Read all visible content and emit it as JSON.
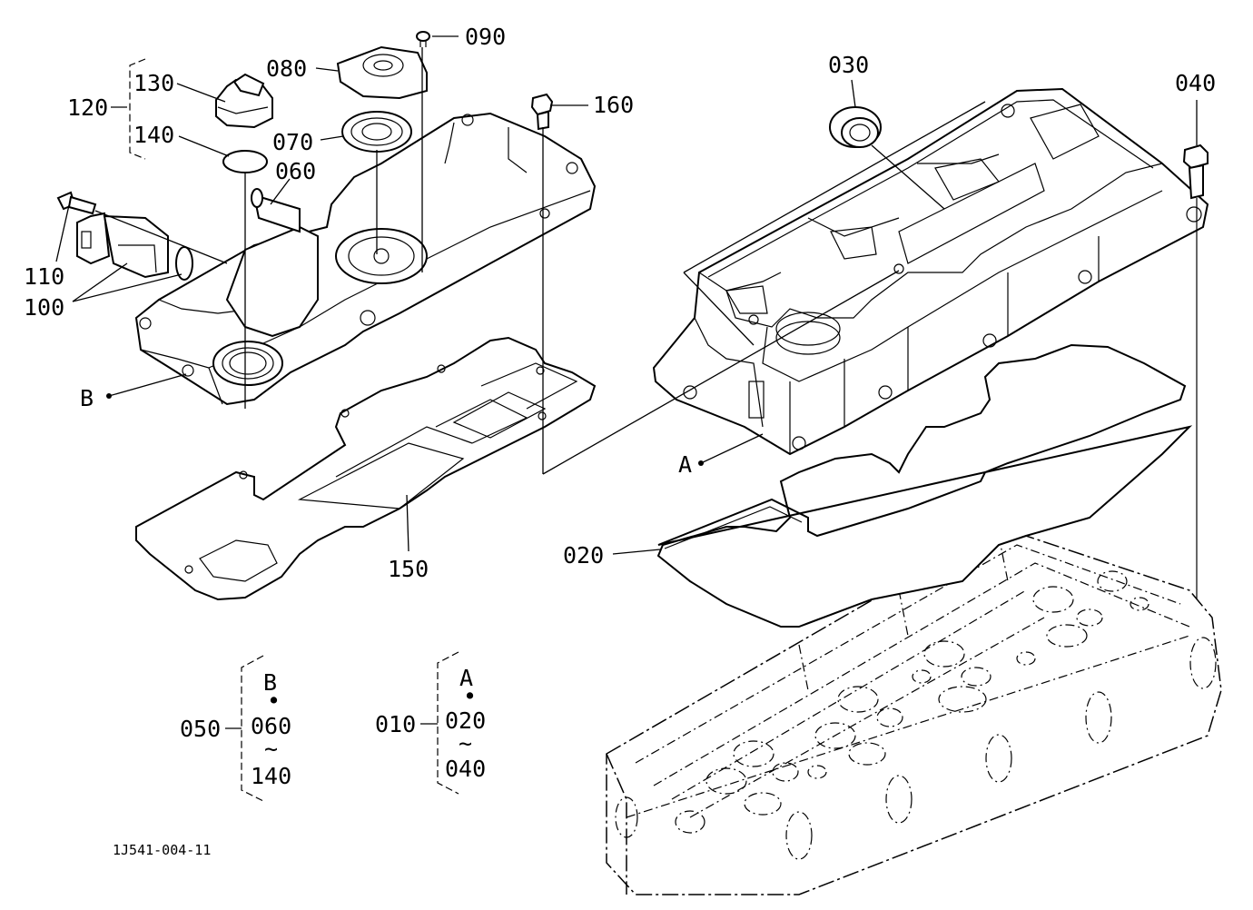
{
  "labels": {
    "p010": "010",
    "p020": "020",
    "p030": "030",
    "p040": "040",
    "p050": "050",
    "p060": "060",
    "p070": "070",
    "p080": "080",
    "p090": "090",
    "p100": "100",
    "p110": "110",
    "p120": "120",
    "p130": "130",
    "p140": "140",
    "p150": "150",
    "p160": "160",
    "refA": "A",
    "refB": "B"
  },
  "brackets": {
    "b050": {
      "label": "050",
      "top": "B",
      "dot": "•",
      "from": "060",
      "tilde": "~",
      "to": "140"
    },
    "b010": {
      "label": "010",
      "top": "A",
      "dot": "•",
      "from": "020",
      "tilde": "~",
      "to": "040"
    }
  },
  "drawing_code": "1J541-004-11"
}
